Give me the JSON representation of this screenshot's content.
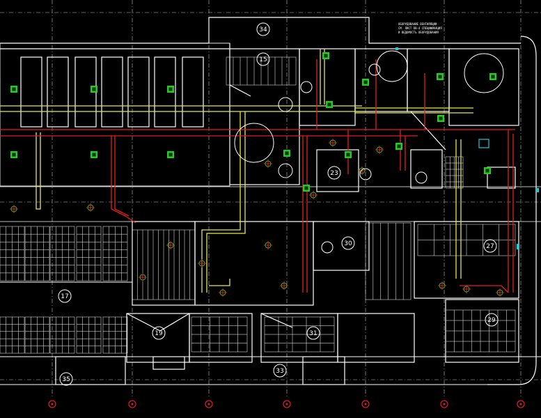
{
  "drawing": {
    "background": "#000000",
    "colors": {
      "walls": "#ffffff",
      "gridlines": "#ffffff",
      "duct_supply": "#e8e84a",
      "pipe_hot": "#e02020",
      "equipment": "#22cc22",
      "grid_bubble": "#e02020",
      "accent_cyan": "#20c8d8",
      "note_text": "#ffffff"
    }
  },
  "room_tags": [
    "34",
    "15",
    "23",
    "30",
    "27",
    "17",
    "19",
    "31",
    "29",
    "35",
    "33"
  ],
  "header_note_lines": [
    "ОБОРУДОВАНИЕ ВЕНТИЛЯЦИИ",
    "СМ. ЛИСТ ОВ-4 СПЕЦИФИКАЦИЯ",
    "И ВЕДОМОСТЬ ОБОРУДОВАНИЯ"
  ],
  "equipment_icon": "hvac-diffuser-icon",
  "grid_bubble_icon": "grid-axis-bubble-icon",
  "fitting_icon": "pipe-fitting-icon"
}
